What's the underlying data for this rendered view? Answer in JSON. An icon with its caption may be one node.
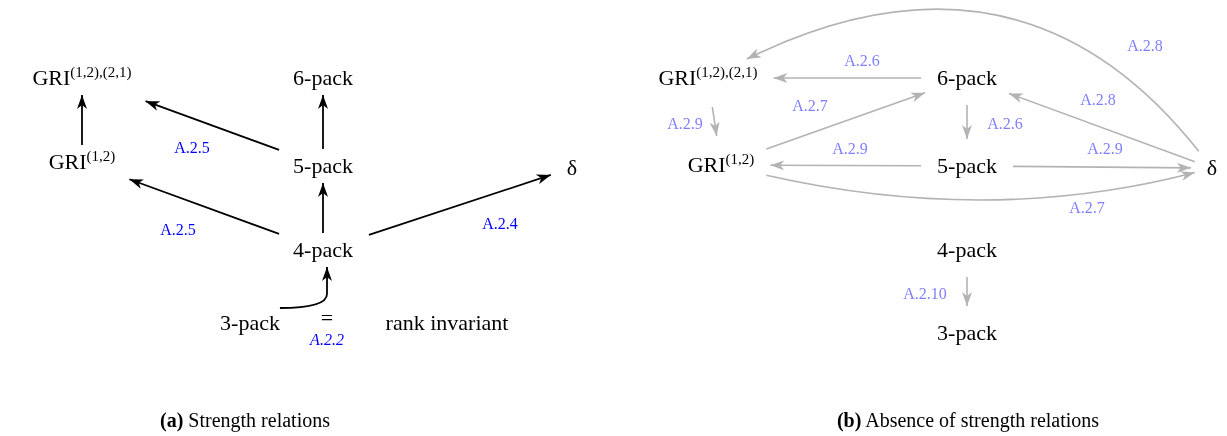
{
  "diagram": {
    "nodes": [
      {
        "text": [
          "GRI$^{(1,2),(2,1)}$"
        ]
      },
      {
        "text": [
          "6-pack"
        ]
      },
      {
        "text": [
          "GRI$^{(1,2)}$"
        ]
      },
      {
        "text": [
          "5-pack"
        ]
      },
      {
        "text": [
          "δ"
        ]
      },
      {
        "text": [
          "4-pack"
        ]
      },
      {
        "text": [
          "3-pack"
        ]
      },
      {
        "text": [
          "rank invariant"
        ]
      },
      {
        "text": [
          "GRI$^{(1,2),(2,1)}$"
        ]
      },
      {
        "text": [
          "6-pack"
        ]
      },
      {
        "text": [
          "GRI$^{(1,2)}$"
        ]
      },
      {
        "text": [
          "5-pack"
        ]
      },
      {
        "text": [
          "δ"
        ]
      },
      {
        "text": [
          "4-pack"
        ]
      },
      {
        "text": [
          "3-pack"
        ]
      }
    ],
    "edges": [
      {
        "from": 2,
        "to": 0,
        "arrow": "to",
        "color": "#000000"
      },
      {
        "from": 3,
        "to": 1,
        "arrow": "to",
        "color": "#000000"
      },
      {
        "from": 3,
        "to": 0,
        "arrow": "to",
        "label": "A.2.5",
        "color": "#000000"
      },
      {
        "from": 5,
        "to": 3,
        "arrow": "to",
        "color": "#000000"
      },
      {
        "from": 5,
        "to": 2,
        "arrow": "to",
        "label": "A.2.5",
        "color": "#000000"
      },
      {
        "from": 5,
        "to": 4,
        "arrow": "to",
        "label": "A.2.4",
        "color": "#000000"
      },
      {
        "from": 6,
        "to": 5,
        "arrow": "to",
        "color": "#000000"
      },
      {
        "from": 9,
        "to": 8,
        "arrow": "to",
        "label": "A.2.6"
      },
      {
        "from": 10,
        "to": 9,
        "arrow": "to",
        "label": "A.2.7"
      },
      {
        "from": 8,
        "to": 10,
        "arrow": "to",
        "label": "A.2.9"
      },
      {
        "from": 9,
        "to": 11,
        "arrow": "to",
        "label": "A.2.6"
      },
      {
        "from": 11,
        "to": 10,
        "arrow": "to",
        "label": "A.2.9"
      },
      {
        "from": 11,
        "to": 12,
        "arrow": "to",
        "label": "A.2.9"
      },
      {
        "from": 10,
        "to": 12,
        "arrow": "to",
        "label": "A.2.7"
      },
      {
        "from": 12,
        "to": 9,
        "arrow": "to",
        "label": "A.2.8"
      },
      {
        "from": 12,
        "to": 8,
        "arrow": "to",
        "label": "A.2.8"
      },
      {
        "from": 13,
        "to": 14,
        "arrow": "to",
        "label": "A.2.10"
      }
    ],
    "labels": [
      "=",
      "A.2.2",
      "**(a)** Strength relations",
      "**(b)** Absence of strength relations"
    ]
  }
}
